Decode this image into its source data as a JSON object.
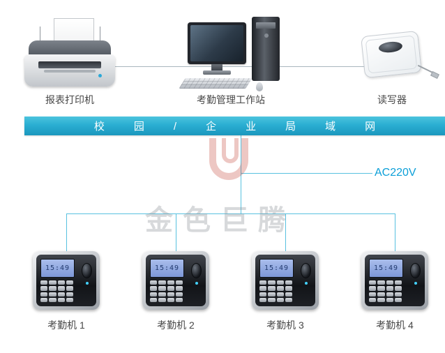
{
  "top_devices": {
    "printer": {
      "label": "报表打印机"
    },
    "workstation": {
      "label": "考勤管理工作站"
    },
    "reader": {
      "label": "读写器"
    }
  },
  "network_banner": {
    "text": "校园/企业局域网",
    "color": "#2aaed2"
  },
  "power": {
    "label": "AC220V",
    "color": "#0b9fd8"
  },
  "machines": [
    {
      "label": "考勤机 1",
      "lcd_time": "15:49"
    },
    {
      "label": "考勤机 2",
      "lcd_time": "15:49"
    },
    {
      "label": "考勤机 3",
      "lcd_time": "15:49"
    },
    {
      "label": "考勤机 4",
      "lcd_time": "15:49"
    }
  ],
  "watermark": {
    "text": "金色巨腾"
  },
  "colors": {
    "line": "#58c1e0",
    "accent": "#0b9fd8"
  }
}
